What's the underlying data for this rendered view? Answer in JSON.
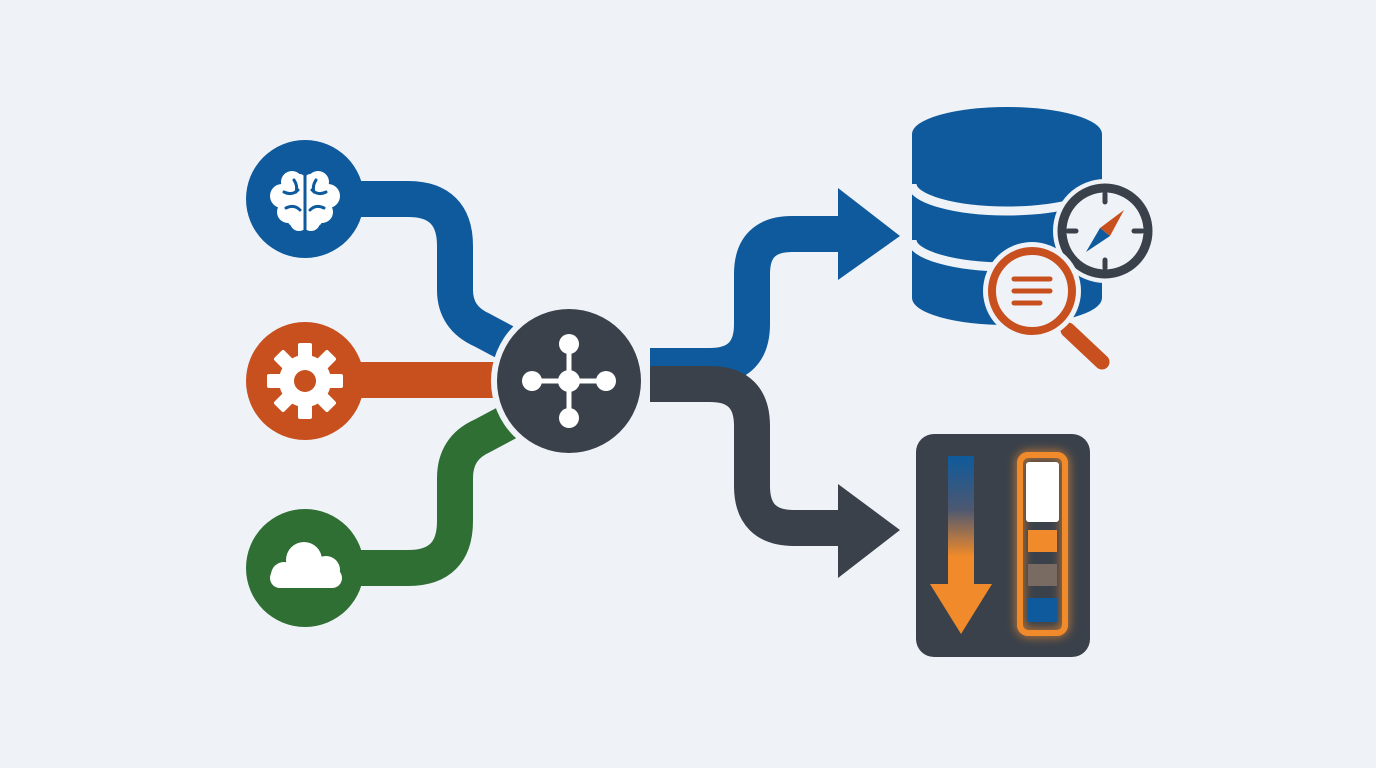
{
  "diagram": {
    "inputs": [
      {
        "id": "ai",
        "icon": "brain-icon",
        "color": "#0e5a9c"
      },
      {
        "id": "processing",
        "icon": "gear-icon",
        "color": "#c8501e"
      },
      {
        "id": "cloud",
        "icon": "cloud-icon",
        "color": "#2f6f34"
      }
    ],
    "hub": {
      "icon": "network-hub-icon",
      "color": "#3a414b"
    },
    "outputs": [
      {
        "id": "database",
        "icon": "database-icon",
        "badges": [
          "compass-icon",
          "magnifier-icon"
        ],
        "color": "#0e5a9c"
      },
      {
        "id": "level-panel",
        "icon": "level-gauge-icon",
        "color": "#3a414b"
      }
    ],
    "colors": {
      "background": "#eff3f8",
      "blue": "#0e5a9c",
      "orange": "#c8501e",
      "bright_orange": "#f08a2a",
      "green": "#2f6f34",
      "slate": "#3a414b",
      "brown": "#7a6b62"
    }
  }
}
